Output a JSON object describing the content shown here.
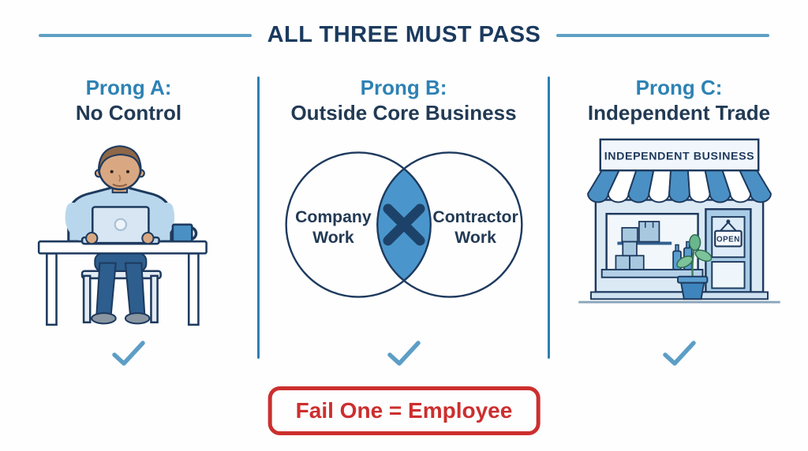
{
  "header": {
    "title": "ALL THREE MUST PASS"
  },
  "columns": [
    {
      "prong": "Prong A:",
      "name": "No Control",
      "illustration": "person-working-at-desk"
    },
    {
      "prong": "Prong B:",
      "name": "Outside Core Business",
      "illustration": "venn-diagram",
      "venn": {
        "left_label_line1": "Company",
        "left_label_line2": "Work",
        "right_label_line1": "Contractor",
        "right_label_line2": "Work",
        "overlap_symbol": "X"
      }
    },
    {
      "prong": "Prong C:",
      "name": "Independent Trade",
      "illustration": "storefront",
      "store": {
        "sign_text": "INDEPENDENT BUSINESS",
        "open_sign_text": "OPEN"
      }
    }
  ],
  "footer": {
    "warning": "Fail One = Employee"
  },
  "colors": {
    "navy": "#1e3a5e",
    "prong_blue": "#2e82b4",
    "divider_blue": "#2e7fb2",
    "check_blue": "#5d9ec6",
    "venn_overlap_blue": "#4a96cc",
    "illustration_blue": "#4a90c4",
    "light_blue": "#b9d7ec",
    "red": "#cc2f2e"
  }
}
